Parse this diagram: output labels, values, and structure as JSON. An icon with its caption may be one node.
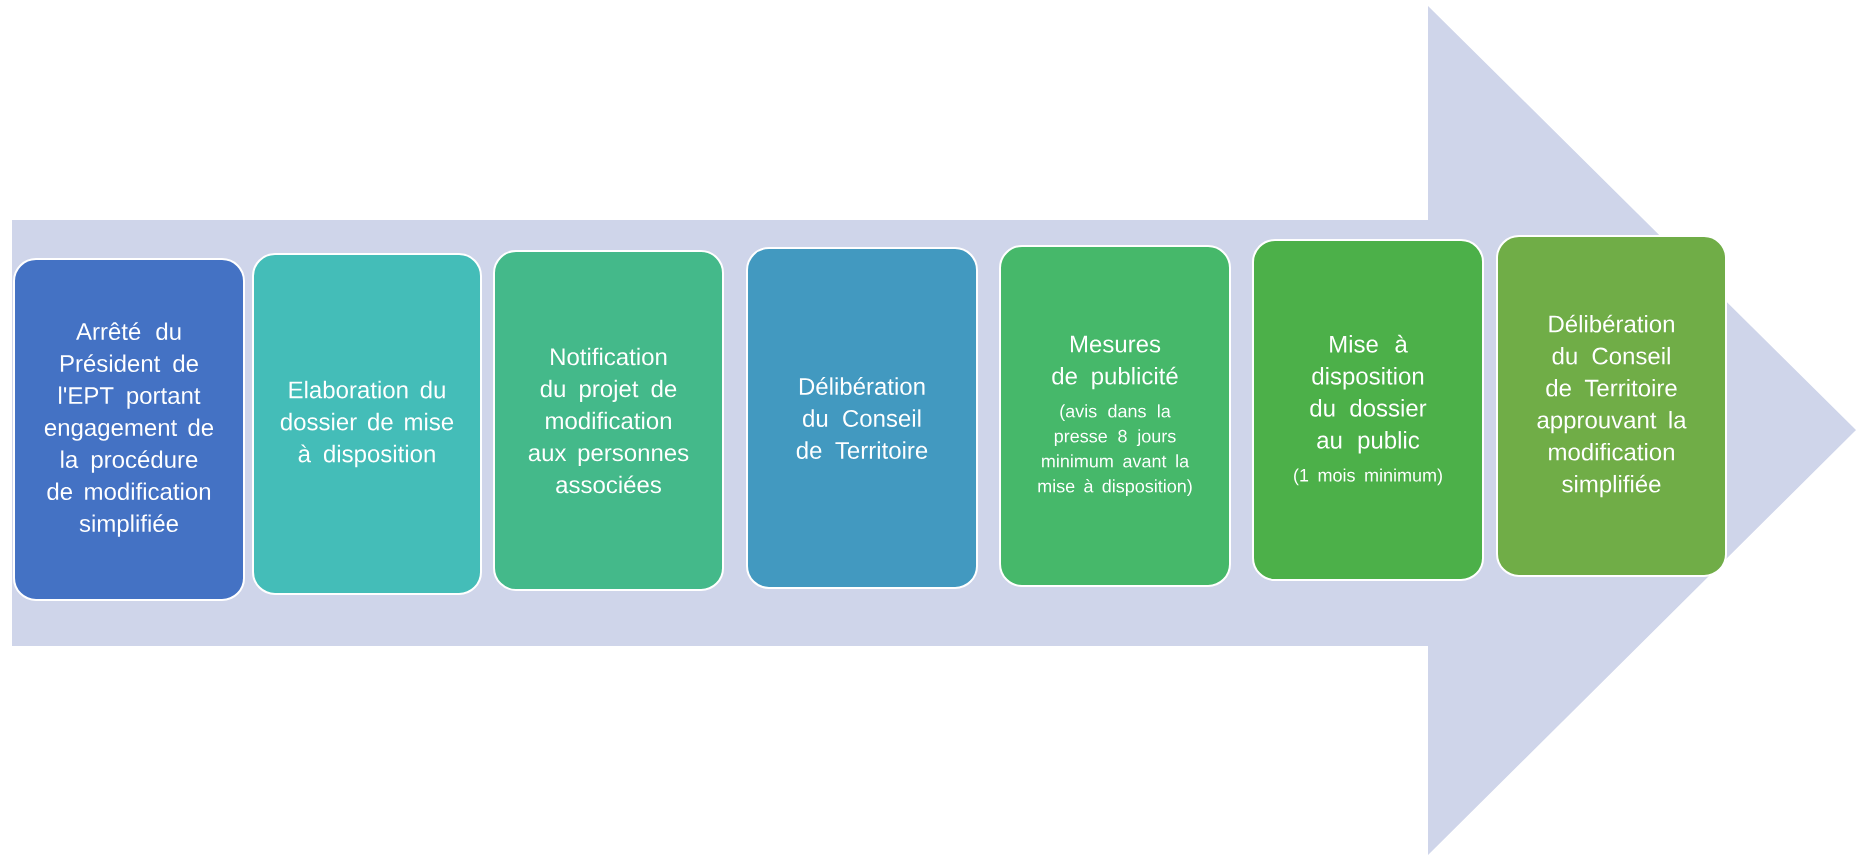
{
  "diagram": {
    "nodes": [
      {
        "text": [
          "Arrêté du Président de l'EPT portant engagement de la procédure de modification simplifiée"
        ]
      },
      {
        "text": [
          "Elaboration du dossier de mise à disposition"
        ]
      },
      {
        "text": [
          "Notification du projet de modification aux personnes associées"
        ]
      },
      {
        "text": [
          "Délibération du Conseil de Territoire"
        ]
      },
      {
        "text": [
          "Mesures de publicité",
          "(avis dans la presse 8 jours minimum avant la mise à disposition)"
        ]
      },
      {
        "text": [
          "Mise à disposition du dossier au public",
          "(1 mois minimum)"
        ]
      },
      {
        "text": [
          "Délibération du Conseil de Territoire approuvant la modification simplifiée"
        ]
      }
    ]
  }
}
